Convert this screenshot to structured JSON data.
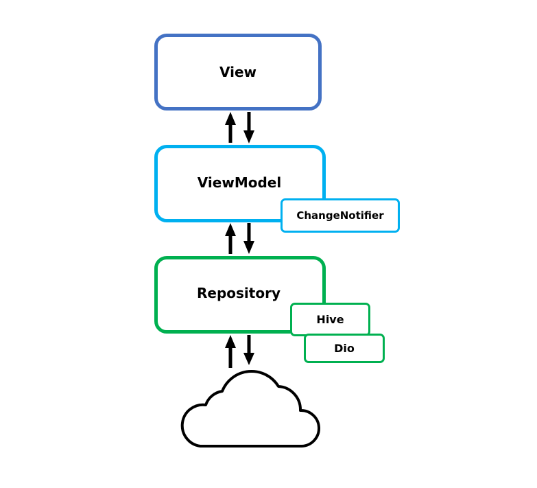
{
  "diagram": {
    "layers": {
      "view": "View",
      "viewmodel": "ViewModel",
      "repository": "Repository"
    },
    "badges": {
      "changenotifier": "ChangeNotifier",
      "hive": "Hive",
      "dio": "Dio"
    },
    "colors": {
      "view_border": "#4472c4",
      "viewmodel_border": "#00b0f0",
      "repository_border": "#00b050",
      "arrows": "#000000",
      "cloud": "#000000"
    },
    "icons": {
      "remote_source": "cloud-icon"
    }
  }
}
